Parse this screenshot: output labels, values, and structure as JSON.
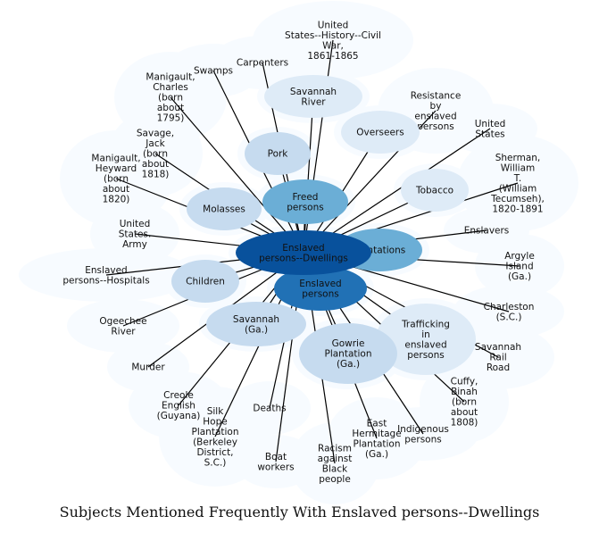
{
  "caption": "Subjects Mentioned Frequently With Enslaved persons--Dwellings",
  "colors": {
    "hub": "#08519c",
    "secondary": "#2171b5",
    "tier_mid": "#6baed6",
    "tier_light": "#c6dbef",
    "tier_pale": "#deebf7",
    "halo": "#f7fbff",
    "edge": "#000000"
  },
  "diagram": {
    "center": {
      "id": "hub",
      "label": "Enslaved persons--Dwellings"
    },
    "nodes": [
      {
        "id": "plantations",
        "label": "Plantations",
        "tier": "mid"
      },
      {
        "id": "enslaved-persons",
        "label": "Enslaved persons",
        "tier": "secondary"
      },
      {
        "id": "freed-persons",
        "label": "Freed persons",
        "tier": "mid"
      },
      {
        "id": "gowrie",
        "label": "Gowrie Plantation (Ga.)",
        "tier": "light"
      },
      {
        "id": "trafficking",
        "label": "Trafficking in enslaved persons",
        "tier": "pale"
      },
      {
        "id": "savannah-ga",
        "label": "Savannah (Ga.)",
        "tier": "light"
      },
      {
        "id": "molasses",
        "label": "Molasses",
        "tier": "light"
      },
      {
        "id": "children",
        "label": "Children",
        "tier": "light"
      },
      {
        "id": "tobacco",
        "label": "Tobacco",
        "tier": "pale"
      },
      {
        "id": "pork",
        "label": "Pork",
        "tier": "light"
      },
      {
        "id": "savannah-river",
        "label": "Savannah River",
        "tier": "pale"
      },
      {
        "id": "overseers",
        "label": "Overseers",
        "tier": "pale"
      },
      {
        "id": "resistance",
        "label": "Resistance by enslaved persons",
        "tier": "halo"
      },
      {
        "id": "us-history",
        "label": "United States--History--Civil War, 1861-1865",
        "tier": "halo"
      },
      {
        "id": "sherman",
        "label": "Sherman, William T. (William Tecumseh), 1820-1891",
        "tier": "halo"
      },
      {
        "id": "enslavers",
        "label": "Enslavers",
        "tier": "halo"
      },
      {
        "id": "argyle",
        "label": "Argyle Island (Ga.)",
        "tier": "halo"
      },
      {
        "id": "charleston",
        "label": "Charleston (S.C.)",
        "tier": "halo"
      },
      {
        "id": "savannah-rail",
        "label": "Savannah Rail Road",
        "tier": "halo"
      },
      {
        "id": "cuffy",
        "label": "Cuffy, Binah (born about 1808)",
        "tier": "halo"
      },
      {
        "id": "indigenous",
        "label": "Indigenous persons",
        "tier": "halo"
      },
      {
        "id": "east-hermitage",
        "label": "East Hermitage Plantation (Ga.)",
        "tier": "halo"
      },
      {
        "id": "racism",
        "label": "Racism against Black people",
        "tier": "halo"
      },
      {
        "id": "boat-workers",
        "label": "Boat workers",
        "tier": "halo"
      },
      {
        "id": "deaths",
        "label": "Deaths",
        "tier": "halo"
      },
      {
        "id": "silk-hope",
        "label": "Silk Hope Plantation (Berkeley District, S.C.)",
        "tier": "halo"
      },
      {
        "id": "creole",
        "label": "Creole English (Guyana)",
        "tier": "halo"
      },
      {
        "id": "murder",
        "label": "Murder",
        "tier": "halo"
      },
      {
        "id": "ogeechee",
        "label": "Ogeechee River",
        "tier": "halo"
      },
      {
        "id": "hospitals",
        "label": "Enslaved persons--Hospitals",
        "tier": "halo"
      },
      {
        "id": "us-army",
        "label": "United States. Army",
        "tier": "halo"
      },
      {
        "id": "manigault-heyward",
        "label": "Manigault, Heyward (born about 1820)",
        "tier": "halo"
      },
      {
        "id": "savage-jack",
        "label": "Savage, Jack (born about 1818)",
        "tier": "halo"
      },
      {
        "id": "manigault-charles",
        "label": "Manigault, Charles (born about 1795)",
        "tier": "halo"
      },
      {
        "id": "swamps",
        "label": "Swamps",
        "tier": "halo"
      },
      {
        "id": "carpenters",
        "label": "Carpenters",
        "tier": "halo"
      },
      {
        "id": "united-states",
        "label": "United States",
        "tier": "halo"
      }
    ]
  }
}
